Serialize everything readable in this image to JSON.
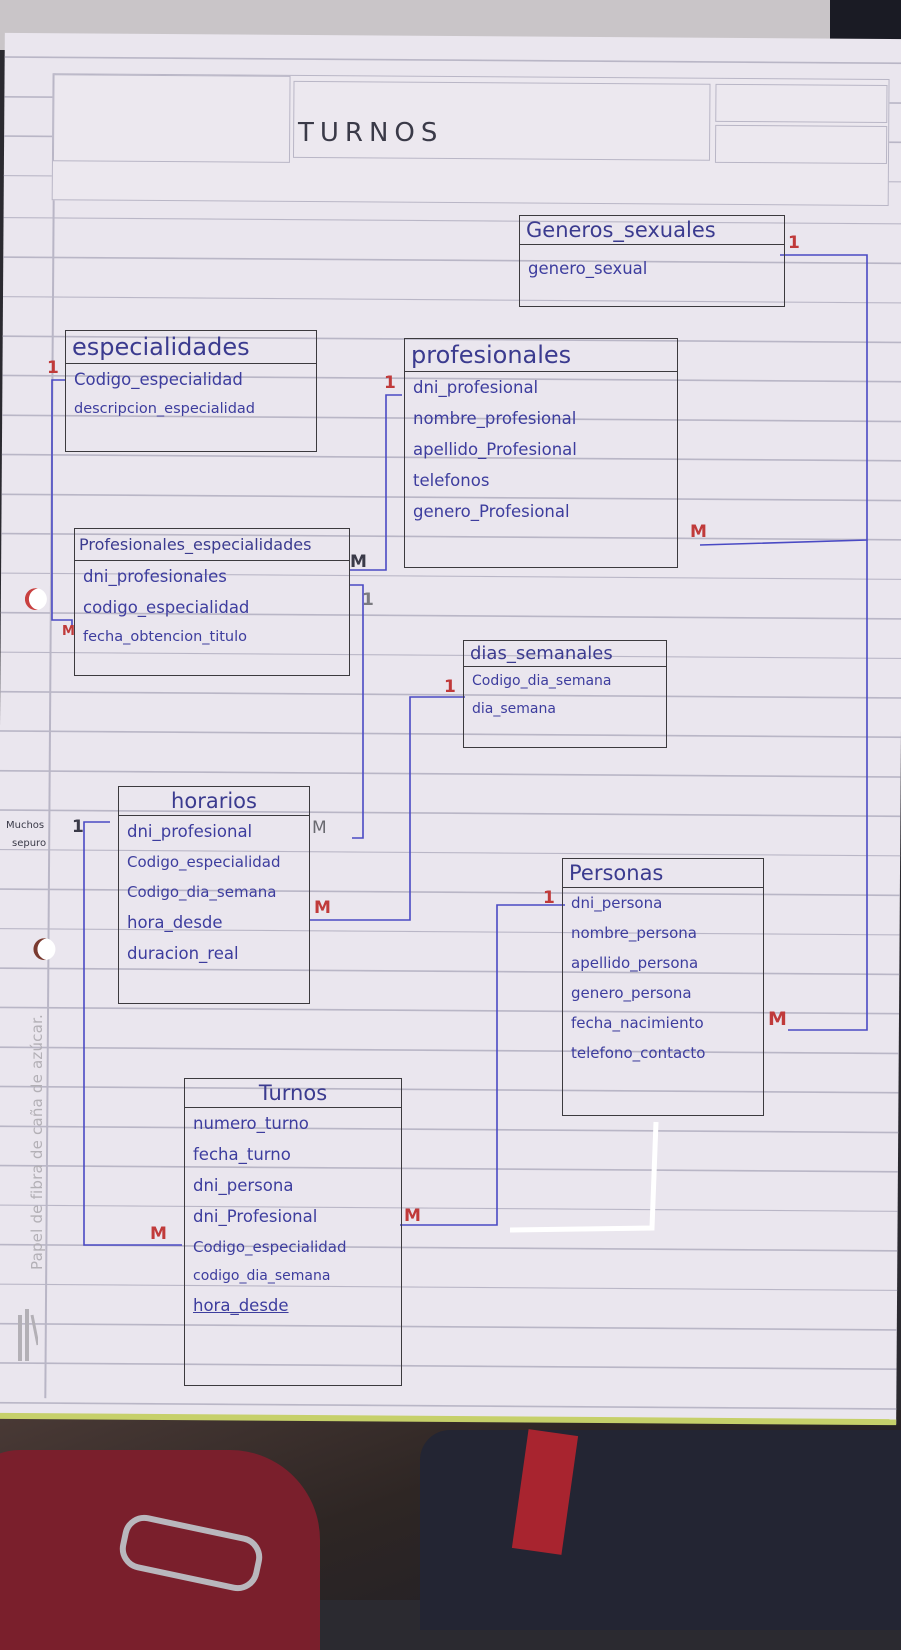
{
  "page_title": "TURNOS",
  "paper_brand_text": "Papel de fibra de caña de azúcar.",
  "side_note": [
    "Muchos",
    "sepuro"
  ],
  "tables": {
    "generos_sexuales": {
      "name": "Generos_sexuales",
      "attributes": [
        "genero_sexual"
      ]
    },
    "especialidades": {
      "name": "especialidades",
      "attributes": [
        "Codigo_especialidad",
        "descripcion_especialidad"
      ]
    },
    "profesionales": {
      "name": "profesionales",
      "attributes": [
        "dni_profesional",
        "nombre_profesional",
        "apellido_Profesional",
        "telefonos",
        "genero_Profesional"
      ]
    },
    "profesionales_especialidades": {
      "name": "Profesionales_especialidades",
      "attributes": [
        "dni_profesionales",
        "codigo_especialidad",
        "fecha_obtencion_titulo"
      ]
    },
    "dias_semanales": {
      "name": "dias_semanales",
      "attributes": [
        "Codigo_dia_semana",
        "dia_semana"
      ]
    },
    "horarios": {
      "name": "horarios",
      "attributes": [
        "dni_profesional",
        "Codigo_especialidad",
        "Codigo_dia_semana",
        "hora_desde",
        "duracion_real"
      ]
    },
    "personas": {
      "name": "Personas",
      "attributes": [
        "dni_persona",
        "nombre_persona",
        "apellido_persona",
        "genero_persona",
        "fecha_nacimiento",
        "telefono_contacto"
      ]
    },
    "turnos": {
      "name": "Turnos",
      "attributes": [
        "numero_turno",
        "fecha_turno",
        "dni_persona",
        "dni_Profesional",
        "Codigo_especialidad",
        "codigo_dia_semana",
        "hora_desde"
      ]
    }
  },
  "cardinality": {
    "generos_one": "1",
    "profesionales_many": "M",
    "especialidades_one": "1",
    "profesionales_one": "1",
    "pe_many_left": "M",
    "pe_many_right": "M",
    "pe_one": "1",
    "dias_one": "1",
    "horarios_one": "1",
    "horarios_many_top": "M",
    "horarios_many_dia": "M",
    "personas_one": "1",
    "personas_many": "M",
    "turnos_many_left": "M",
    "turnos_many_right": "M"
  },
  "colors": {
    "ink_blue": "#3b3bb0",
    "ink_red": "#c03a3a",
    "table_border": "#3c3a3e",
    "paper": "#eae6ee",
    "rule_line": "#b9b6c6"
  }
}
